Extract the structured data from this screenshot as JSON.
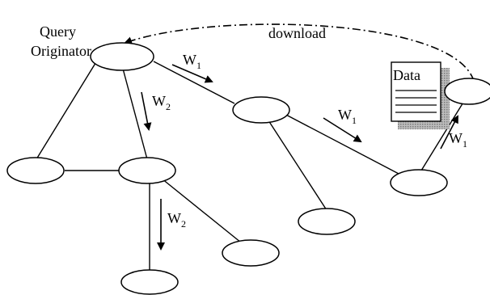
{
  "labels": {
    "query_line1": "Query",
    "query_line2": "Originator",
    "download": "download",
    "data": "Data"
  },
  "walkers": {
    "w1_main": "W",
    "w1_sub": "1",
    "w2_main": "W",
    "w2_sub": "2"
  },
  "colors": {
    "stroke": "#000000",
    "shadow": "#999999",
    "background": "#ffffff"
  }
}
